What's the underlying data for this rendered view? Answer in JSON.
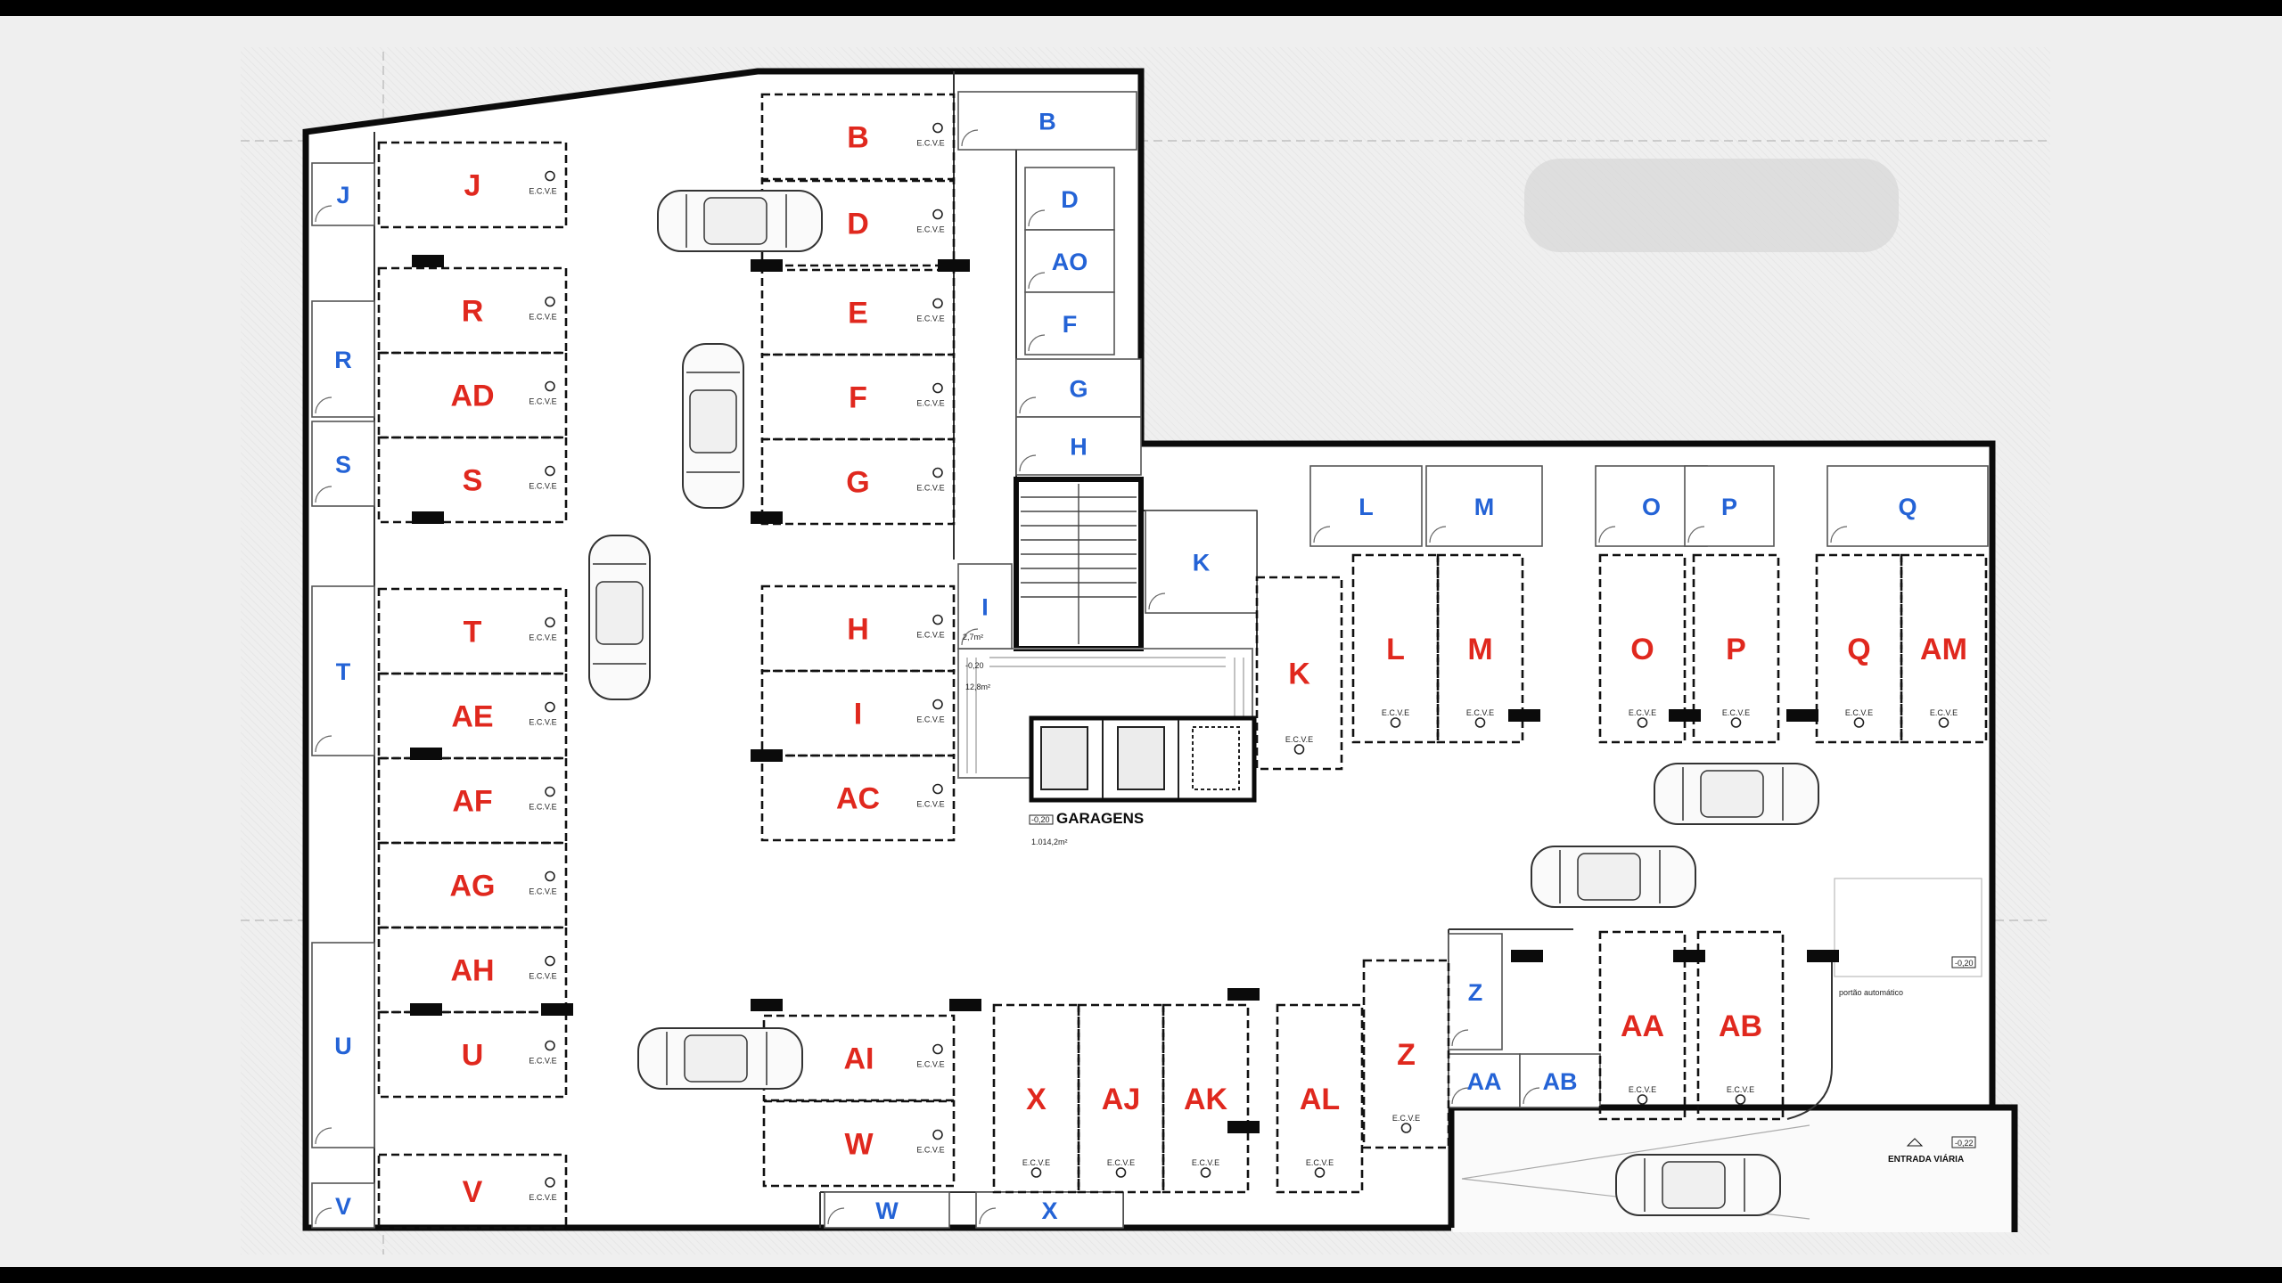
{
  "plan": {
    "title": "GARAGENS",
    "level_main": "-0,20",
    "area_main": "1.014,2m²",
    "entrance": "ENTRADA VIÁRIA",
    "gate_note": "portão automático",
    "level_ramp": "-0,22",
    "level_gate": "-0,20",
    "level_stair": "-0,20",
    "area_stair": "12,8m²",
    "storage_area_small": "2,7m²",
    "ecv_label": "E.C.V.E",
    "accent_red": "#e0281e",
    "accent_blue": "#2463d6"
  },
  "parking": [
    {
      "label": "B"
    },
    {
      "label": "D"
    },
    {
      "label": "E"
    },
    {
      "label": "F"
    },
    {
      "label": "G"
    },
    {
      "label": "H"
    },
    {
      "label": "I"
    },
    {
      "label": "AC"
    },
    {
      "label": "J"
    },
    {
      "label": "R"
    },
    {
      "label": "AD"
    },
    {
      "label": "S"
    },
    {
      "label": "T"
    },
    {
      "label": "AE"
    },
    {
      "label": "AF"
    },
    {
      "label": "AG"
    },
    {
      "label": "AH"
    },
    {
      "label": "U"
    },
    {
      "label": "V"
    },
    {
      "label": "AI"
    },
    {
      "label": "W"
    },
    {
      "label": "X"
    },
    {
      "label": "AJ"
    },
    {
      "label": "AK"
    },
    {
      "label": "AL"
    },
    {
      "label": "Z"
    },
    {
      "label": "K"
    },
    {
      "label": "L"
    },
    {
      "label": "M"
    },
    {
      "label": "O"
    },
    {
      "label": "P"
    },
    {
      "label": "Q"
    },
    {
      "label": "AM"
    },
    {
      "label": "AA"
    },
    {
      "label": "AB"
    }
  ],
  "storage": [
    {
      "label": "B"
    },
    {
      "label": "D"
    },
    {
      "label": "AO"
    },
    {
      "label": "F"
    },
    {
      "label": "G"
    },
    {
      "label": "H"
    },
    {
      "label": "I"
    },
    {
      "label": "J"
    },
    {
      "label": "R"
    },
    {
      "label": "S"
    },
    {
      "label": "T"
    },
    {
      "label": "U"
    },
    {
      "label": "V"
    },
    {
      "label": "W"
    },
    {
      "label": "X"
    },
    {
      "label": "K"
    },
    {
      "label": "L"
    },
    {
      "label": "M"
    },
    {
      "label": "O"
    },
    {
      "label": "P"
    },
    {
      "label": "Q"
    },
    {
      "label": "Z"
    },
    {
      "label": "AA"
    },
    {
      "label": "AB"
    }
  ]
}
